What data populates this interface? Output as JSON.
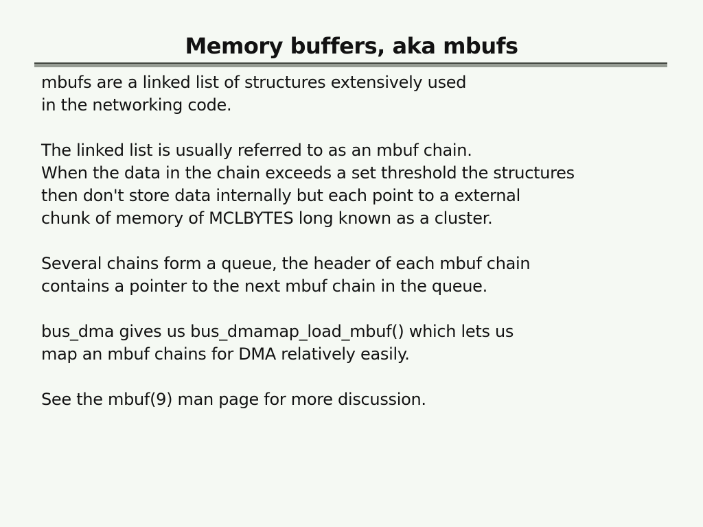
{
  "slide": {
    "title": "Memory buffers, aka mbufs",
    "paragraphs": [
      {
        "text": "mbufs are a linked list of structures extensively used\nin the networking code."
      },
      {
        "text": "The linked list is usually referred to as an mbuf chain.\nWhen the data in the chain exceeds a set threshold the structures\nthen don't store data internally but each point to a external\nchunk of memory of MCLBYTES long known as a cluster."
      },
      {
        "text": "Several chains form a queue, the header of each mbuf chain\ncontains a pointer to the next mbuf chain in the queue."
      },
      {
        "text": "bus_dma gives us bus_dmamap_load_mbuf() which lets us\nmap an mbuf chains for DMA relatively easily."
      },
      {
        "text": "See the mbuf(9) man page for more discussion."
      }
    ]
  },
  "colors": {
    "background": "#f5f9f3",
    "text": "#121212",
    "rule_top": "#41463f",
    "rule_body": "#969c93"
  }
}
